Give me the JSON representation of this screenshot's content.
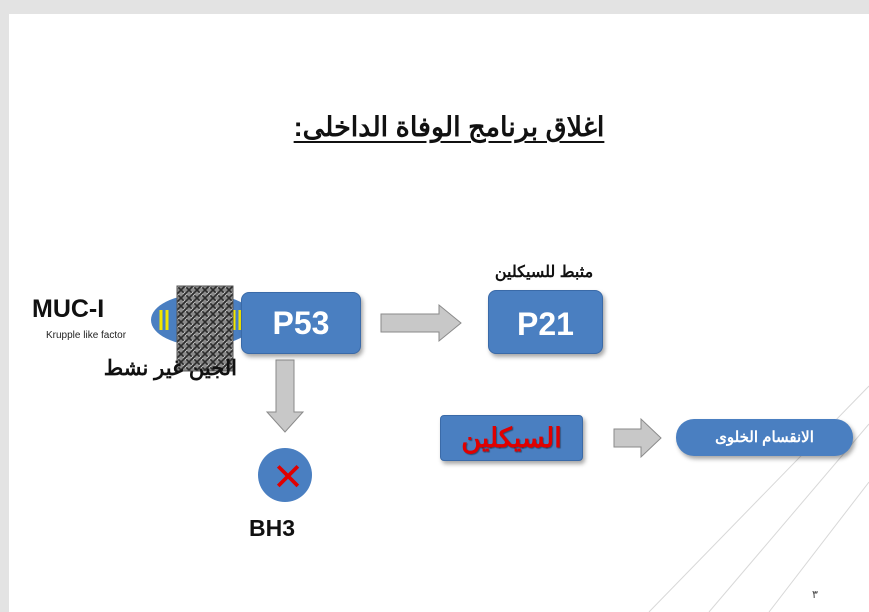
{
  "slide": {
    "title": "اغلاق برنامج الوفاة الداخلى:",
    "page_number": "٣"
  },
  "left_complex": {
    "muc_label": "MUC-I",
    "krupple_label": "Krupple  like factor",
    "gene_inactive_label": "الجين غير نشط"
  },
  "nodes": {
    "p53": "P53",
    "p21": "P21",
    "p21_caption": "مثبط للسيكلين",
    "cyclin": "السيكلين",
    "cell_division": "الانقسام الخلوى",
    "bh3": "BH3"
  },
  "colors": {
    "box_blue": "#4a7fc1",
    "arrow_gray": "#c8c8c8",
    "inhibit_red": "#e00000",
    "stripe_yellow": "#f2e600"
  },
  "icons": {
    "blocked": "x-mark-icon",
    "mesh": "mesh-block-icon"
  }
}
